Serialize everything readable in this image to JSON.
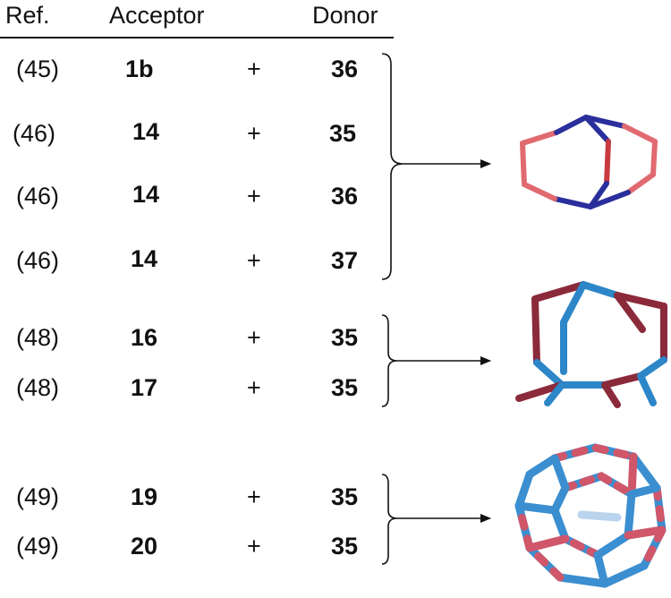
{
  "header": {
    "ref": "Ref.",
    "acceptor": "Acceptor",
    "donor": "Donor"
  },
  "rows": [
    {
      "ref": "(45)",
      "acceptor": "1b",
      "plus": "+",
      "donor": "36"
    },
    {
      "ref": "(46)",
      "acceptor": "14",
      "plus": "+",
      "donor": "35"
    },
    {
      "ref": "(46)",
      "acceptor": "14",
      "plus": "+",
      "donor": "36"
    },
    {
      "ref": "(46)",
      "acceptor": "14",
      "plus": "+",
      "donor": "37"
    },
    {
      "ref": "(48)",
      "acceptor": "16",
      "plus": "+",
      "donor": "35"
    },
    {
      "ref": "(48)",
      "acceptor": "17",
      "plus": "+",
      "donor": "35"
    },
    {
      "ref": "(49)",
      "acceptor": "19",
      "plus": "+",
      "donor": "35"
    },
    {
      "ref": "(49)",
      "acceptor": "20",
      "plus": "+",
      "donor": "35"
    }
  ],
  "groups": [
    {
      "rows": [
        0,
        1,
        2,
        3
      ],
      "product": "bicyclic cage"
    },
    {
      "rows": [
        4,
        5
      ],
      "product": "adamantanoid cage"
    },
    {
      "rows": [
        6,
        7
      ],
      "product": "dodecahedral cage"
    }
  ],
  "colors": {
    "acceptor": "#c8343c",
    "donor": "#1f3fa8",
    "text": "#111111"
  }
}
